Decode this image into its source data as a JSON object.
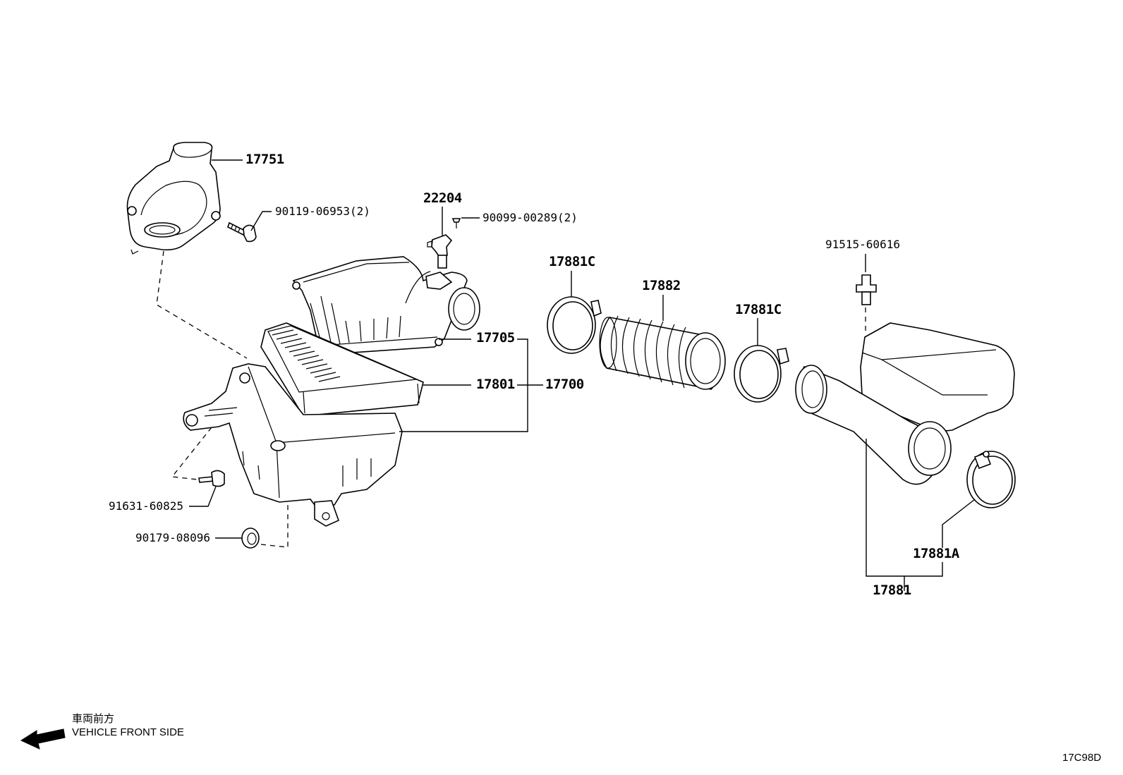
{
  "labels": {
    "p17751": "17751",
    "p90119": "90119-06953(2)",
    "p22204": "22204",
    "p90099": "90099-00289(2)",
    "p17881c_1": "17881C",
    "p17882": "17882",
    "p17881c_2": "17881C",
    "p91515": "91515-60616",
    "p17705": "17705",
    "p17801": "17801",
    "p17700": "17700",
    "p91631": "91631-60825",
    "p90179": "90179-08096",
    "p17881a": "17881A",
    "p17881": "17881"
  },
  "legend": {
    "japanese": "車両前方",
    "english": "VEHICLE FRONT SIDE"
  },
  "diagram_id": "17C98D"
}
